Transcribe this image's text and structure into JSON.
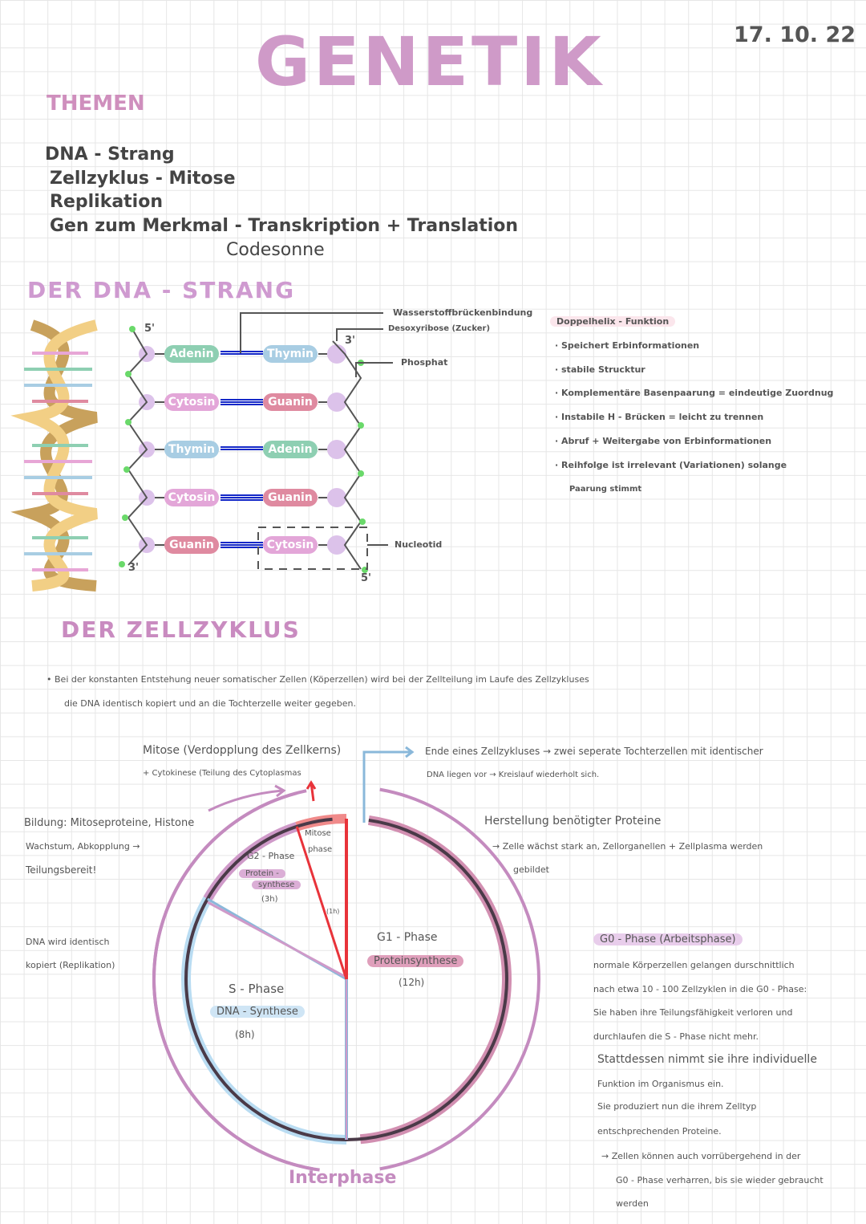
{
  "header": {
    "title": "GENETIK",
    "date": "17. 10. 22"
  },
  "themen": {
    "heading": "THEMEN",
    "items": [
      "DNA - Strang",
      "Zellzyklus - Mitose",
      "Replikation",
      "Gen zum Merkmal - Transkription + Translation"
    ],
    "sub": "Codesonne"
  },
  "dna": {
    "heading": "DER DNA - STRANG",
    "pairs": [
      [
        "Adenin",
        "Thymin"
      ],
      [
        "Cytosin",
        "Guanin"
      ],
      [
        "Thymin",
        "Adenin"
      ],
      [
        "Cytosin",
        "Guanin"
      ],
      [
        "Guanin",
        "Cytosin"
      ]
    ],
    "base_colors": {
      "Adenin": "#8ecfb2",
      "Thymin": "#a8cde3",
      "Cytosin": "#e3a6d8",
      "Guanin": "#df8aa0"
    },
    "labels": {
      "wasserstoff": "Wasserstoffbrückenbindung",
      "desoxyribose": "Desoxyribose (Zucker)",
      "phosphat": "Phosphat",
      "nucleotid": "Nucleotid",
      "five_top": "5'",
      "three_top": "3'",
      "three_bottom": "3'",
      "five_bottom": "5'"
    }
  },
  "functions": {
    "heading": "Doppelhelix - Funktion",
    "items": [
      "Speichert Erbinformationen",
      "stabile Strucktur",
      "Komplementäre Basenpaarung = eindeutige Zuordnug",
      "Instabile H - Brücken = leicht zu trennen",
      "Abruf + Weitergabe von Erbinformationen",
      "Reihfolge ist irrelevant (Variationen) solange"
    ],
    "cont": "Paarung stimmt"
  },
  "zyklus": {
    "heading": "DER ZELLZYKLUS",
    "intro": [
      "Bei der konstanten Entstehung neuer somatischer Zellen (Köperzellen) wird bei der Zellteilung im Laufe des Zellzykluses",
      "die DNA identisch kopiert und an die Tochterzelle weiter gegeben."
    ],
    "mitose_note": [
      "Mitose (Verdopplung des Zellkerns)",
      "+ Cytokinese (Teilung des Cytoplasmas"
    ],
    "ende_note": [
      "Ende eines Zellzykluses → zwei seperate Tochterzellen mit identischer",
      "DNA liegen vor → Kreislauf wiederholt sich."
    ],
    "herstellung": [
      "Herstellung benötigter Proteine",
      "→ Zelle wächst stark an, Zellorganellen + Zellplasma werden",
      "gebildet"
    ],
    "bildung": [
      "Bildung: Mitoseproteine, Histone",
      "Wachstum, Abkopplung →",
      "Teilungsbereit!"
    ],
    "dna_kopiert": [
      "DNA wird identisch",
      "kopiert (Replikation)"
    ],
    "phases": {
      "g1": {
        "name": "G1 - Phase",
        "tag": "Proteinsynthese",
        "dur": "(12h)"
      },
      "s": {
        "name": "S - Phase",
        "tag": "DNA - Synthese",
        "dur": "(8h)"
      },
      "g2": {
        "name": "G2 - Phase",
        "tag1": "Protein -",
        "tag2": "synthese",
        "dur": "(3h)"
      },
      "m": {
        "name1": "Mitose",
        "name2": "phase",
        "dur": "(1h)"
      }
    },
    "interphase": "Interphase",
    "colors": {
      "g1": "#d28fb1",
      "s": "#b9dcf2",
      "g2": "#cf9ac9",
      "m": "#e8333a",
      "outer": "#c48bbf"
    }
  },
  "g0": {
    "heading": "G0 - Phase (Arbeitsphase)",
    "lines": [
      "normale Körperzellen gelangen durschnittlich",
      "nach etwa 10 - 100 Zellzyklen in die G0 - Phase:",
      "Sie haben ihre Teilungsfähigkeit verloren und",
      "durchlaufen die S - Phase nicht mehr.",
      "Stattdessen nimmt sie ihre individuelle",
      "Funktion im Organismus ein.",
      "Sie produziert nun die ihrem Zelltyp",
      "entschprechenden Proteine.",
      "→ Zellen können auch vorrübergehend in der",
      "G0 - Phase verharren, bis sie wieder gebraucht",
      "werden"
    ]
  }
}
